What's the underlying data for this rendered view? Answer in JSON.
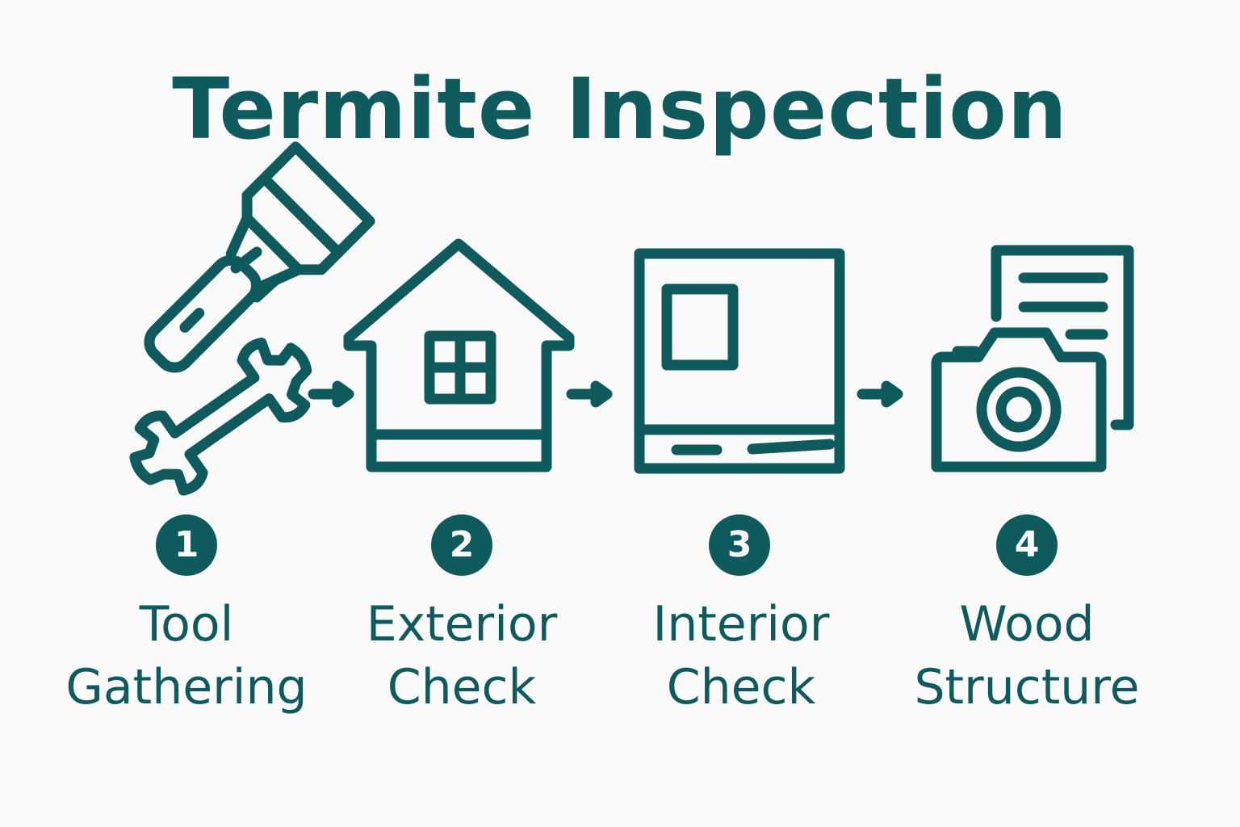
{
  "title": "Termite Inspection",
  "colors": {
    "primary": "#0e5a5c",
    "background": "#fafafa"
  },
  "steps": [
    {
      "number": "1",
      "label_line1": "Tool",
      "label_line2": "Gathering",
      "icons": [
        "flashlight-icon",
        "wrench-icon"
      ]
    },
    {
      "number": "2",
      "label_line1": "Exterior",
      "label_line2": "Check",
      "icons": [
        "house-icon"
      ]
    },
    {
      "number": "3",
      "label_line1": "Interior",
      "label_line2": "Check",
      "icons": [
        "interior-wall-icon"
      ]
    },
    {
      "number": "4",
      "label_line1": "Wood",
      "label_line2": "Structure",
      "icons": [
        "camera-icon",
        "document-icon"
      ]
    }
  ]
}
